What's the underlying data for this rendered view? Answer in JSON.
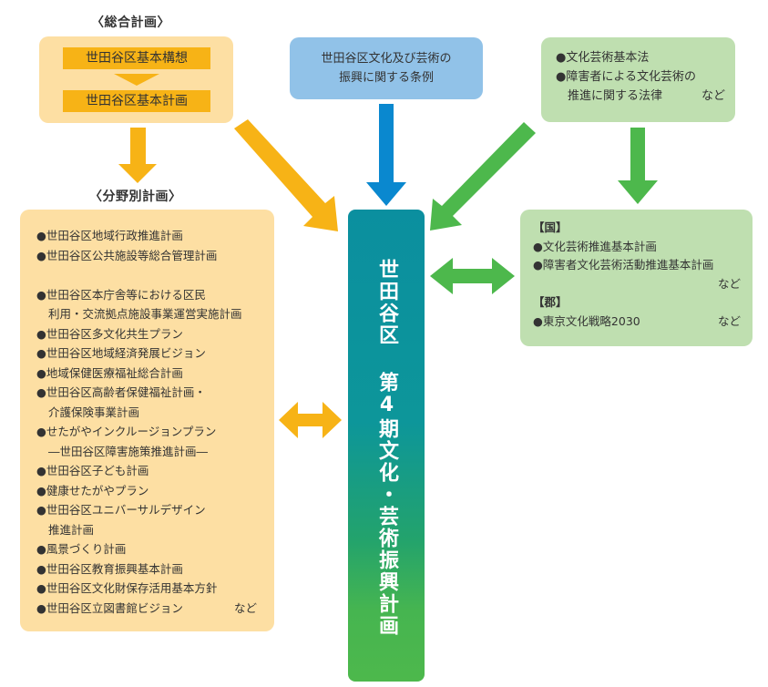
{
  "general_plan": {
    "heading": "〈総合計画〉",
    "vision": "世田谷区基本構想",
    "plan": "世田谷区基本計画"
  },
  "sector_plans": {
    "heading": "〈分野別計画〉",
    "items": [
      {
        "text": "●世田谷区地域行政推進計画",
        "cont": false
      },
      {
        "text": "●世田谷区公共施設等総合管理計画",
        "cont": false
      },
      {
        "text": "",
        "spacer": true
      },
      {
        "text": "●世田谷区本庁舎等における区民",
        "cont": false
      },
      {
        "text": "利用・交流拠点施設事業運営実施計画",
        "cont": true
      },
      {
        "text": "●世田谷区多文化共生プラン",
        "cont": false
      },
      {
        "text": "●世田谷区地域経済発展ビジョン",
        "cont": false
      },
      {
        "text": "●地域保健医療福祉総合計画",
        "cont": false
      },
      {
        "text": "●世田谷区高齢者保健福祉計画・",
        "cont": false
      },
      {
        "text": "介護保険事業計画",
        "cont": true
      },
      {
        "text": "●せたがやインクルージョンプラン",
        "cont": false
      },
      {
        "text": "―世田谷区障害施策推進計画―",
        "cont": true
      },
      {
        "text": "●世田谷区子ども計画",
        "cont": false
      },
      {
        "text": "●健康せたがやプラン",
        "cont": false
      },
      {
        "text": "●世田谷区ユニバーサルデザイン",
        "cont": false
      },
      {
        "text": "推進計画",
        "cont": true
      },
      {
        "text": "●風景づくり計画",
        "cont": false
      },
      {
        "text": "●世田谷区教育振興基本計画",
        "cont": false
      },
      {
        "text": "●世田谷区文化財保存活用基本方針",
        "cont": false
      },
      {
        "text": "●世田谷区立図書館ビジョン",
        "cont": false,
        "suffix": "など"
      }
    ]
  },
  "ordinance": {
    "line1": "世田谷区文化及び芸術の",
    "line2": "振興に関する条例"
  },
  "laws": {
    "line1": "●文化芸術基本法",
    "line2": "●障害者による文化芸術の",
    "line3": "推進に関する法律",
    "suffix": "など"
  },
  "national_metro": {
    "national_heading": "【国】",
    "national_items": [
      "●文化芸術推進基本計画",
      "●障害者文化芸術活動推進基本計画"
    ],
    "national_suffix": "など",
    "metro_heading": "【郡】",
    "metro_item": "●東京文化戦略2030",
    "metro_suffix": "など"
  },
  "center": {
    "title_part1": "世田谷区",
    "title_part2": "第4期文化・芸術振興計画"
  },
  "colors": {
    "orange_arrow": "#f7b316",
    "blue_arrow": "#0a88cf",
    "green_arrow": "#4db84c",
    "orange_box": "#fddfa3",
    "blue_box": "#91c2e8",
    "green_box": "#bfdfb0",
    "center_top": "#0b8f9f",
    "center_bottom": "#4db84c"
  }
}
